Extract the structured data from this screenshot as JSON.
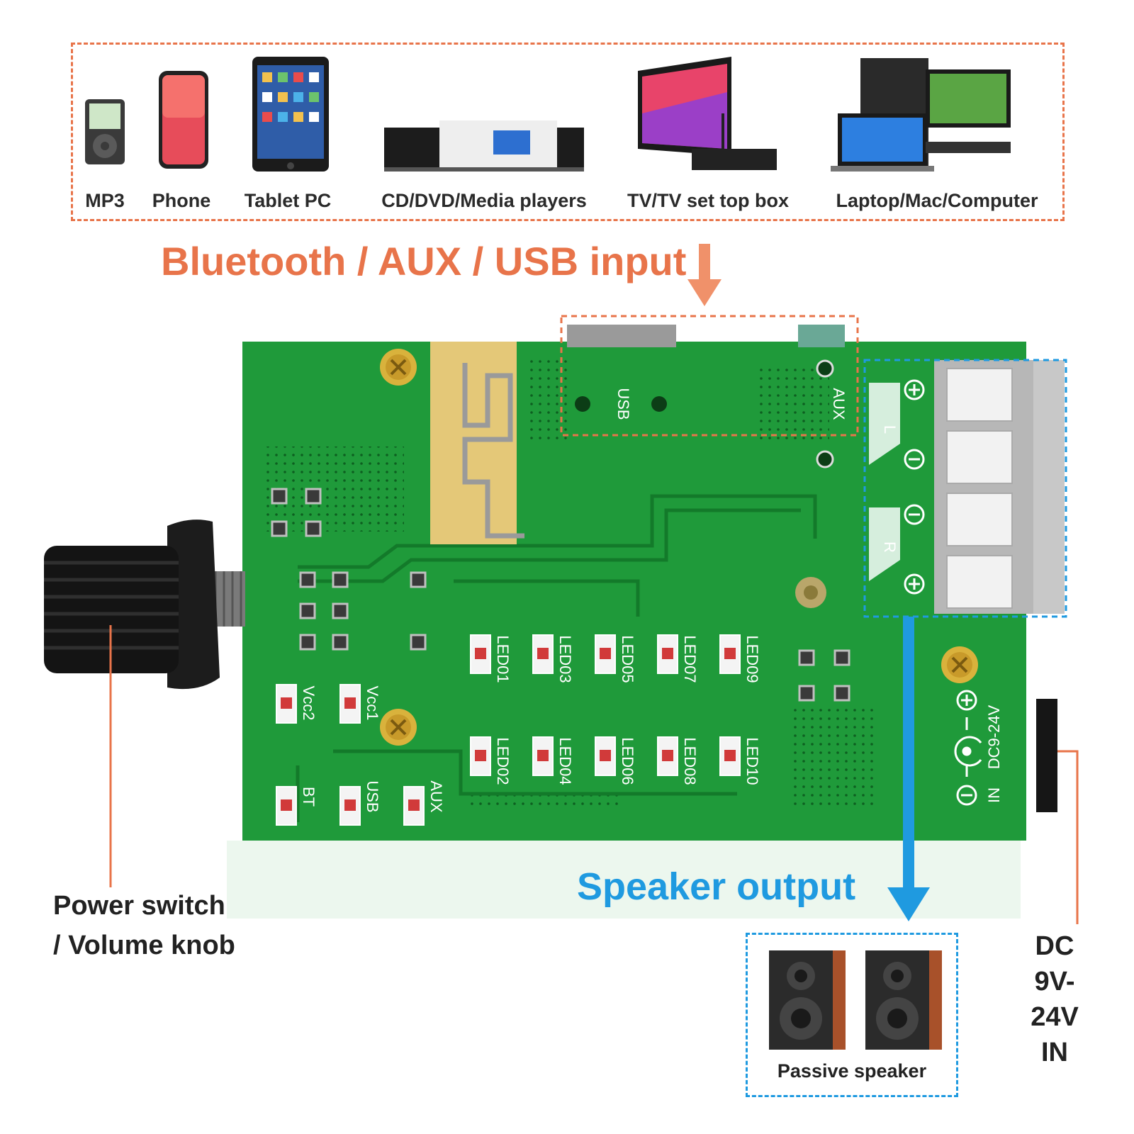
{
  "sources": {
    "items": [
      {
        "label": "MP3",
        "icon": "mp3-player-icon"
      },
      {
        "label": "Phone",
        "icon": "phone-icon"
      },
      {
        "label": "Tablet PC",
        "icon": "tablet-icon"
      },
      {
        "label": "CD/DVD/Media players",
        "icon": "media-player-icon"
      },
      {
        "label": "TV/TV set top box",
        "icon": "tv-icon"
      },
      {
        "label": "Laptop/Mac/Computer",
        "icon": "computer-icon"
      }
    ]
  },
  "input_headline": "Bluetooth / AUX / USB input",
  "board": {
    "port_usb": "USB",
    "port_aux": "AUX",
    "channel_left": "L",
    "channel_right": "R",
    "power_marking": "DC9-24V",
    "in_marking": "IN",
    "leds_top": [
      "LED01",
      "LED03",
      "LED05",
      "LED07",
      "LED09"
    ],
    "leds_bottom": [
      "LED02",
      "LED04",
      "LED06",
      "LED08",
      "LED10"
    ],
    "vcc": [
      "Vcc2",
      "Vcc1"
    ],
    "mode_leds": [
      "BT",
      "USB",
      "AUX"
    ]
  },
  "knob_label_line1": "Power switch",
  "knob_label_line2": "/ Volume knob",
  "speaker_headline": "Speaker output",
  "speaker_caption": "Passive speaker",
  "dc_label": {
    "line1": "DC",
    "line2": "9V-24V",
    "line3": "IN"
  },
  "colors": {
    "accent_orange": "#e8744a",
    "accent_blue": "#1f9ae0",
    "pcb_green": "#1f9a3a"
  }
}
